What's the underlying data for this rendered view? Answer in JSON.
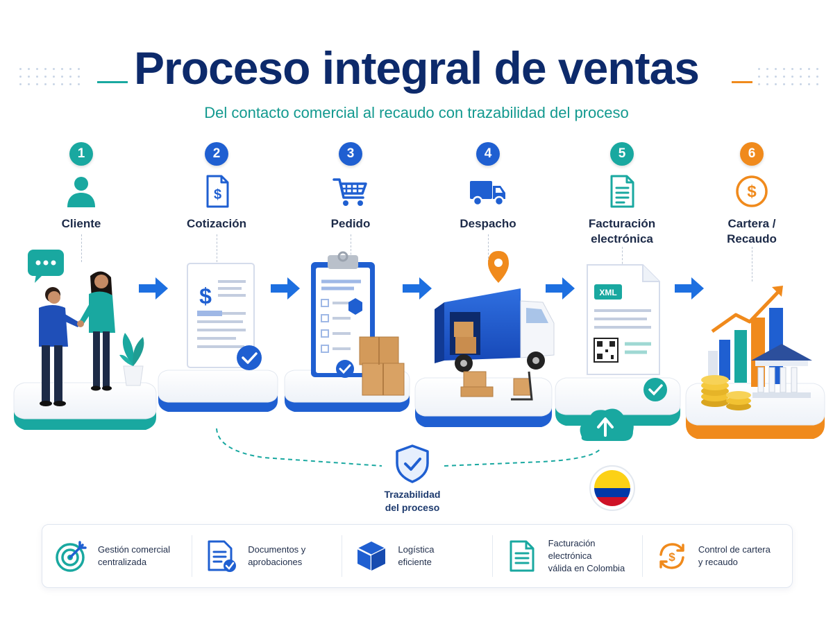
{
  "header": {
    "title": "Proceso integral de ventas",
    "subtitle": "Del contacto comercial al recaudo con trazabilidad del proceso"
  },
  "colors": {
    "navy": "#0d2a6b",
    "teal": "#19a8a0",
    "blue": "#1f5fd1",
    "orange": "#f08a1c",
    "arrow": "#1d6fe0"
  },
  "steps": [
    {
      "number": "1",
      "label": "Cliente",
      "icon": "user-icon",
      "color": "#19a8a0"
    },
    {
      "number": "2",
      "label": "Cotización",
      "icon": "quote-document-icon",
      "color": "#1f5fd1"
    },
    {
      "number": "3",
      "label": "Pedido",
      "icon": "shopping-cart-icon",
      "color": "#1f5fd1"
    },
    {
      "number": "4",
      "label": "Despacho",
      "icon": "delivery-truck-icon",
      "color": "#1f5fd1"
    },
    {
      "number": "5",
      "label": "Facturación\nelectrónica",
      "icon": "invoice-document-icon",
      "color": "#19a8a0"
    },
    {
      "number": "6",
      "label": "Cartera /\nRecaudo",
      "icon": "dollar-coin-icon",
      "color": "#f08a1c"
    }
  ],
  "scene": {
    "invoice_badge": "XML",
    "quote_symbol": "$",
    "collection_symbol": "$"
  },
  "traceability": {
    "label": "Trazabilidad\ndel proceso",
    "icon": "shield-check-icon"
  },
  "benefits": [
    {
      "text": "Gestión comercial\ncentralizada",
      "icon": "target-icon",
      "color": "#19a8a0"
    },
    {
      "text": "Documentos y\naprobaciones",
      "icon": "document-check-icon",
      "color": "#1f5fd1"
    },
    {
      "text": "Logística\neficiente",
      "icon": "box-icon",
      "color": "#1f5fd1"
    },
    {
      "text": "Facturación electrónica\nválida en Colombia",
      "icon": "invoice-icon",
      "color": "#19a8a0"
    },
    {
      "text": "Control de cartera\ny recaudo",
      "icon": "cycle-dollar-icon",
      "color": "#f08a1c"
    }
  ]
}
